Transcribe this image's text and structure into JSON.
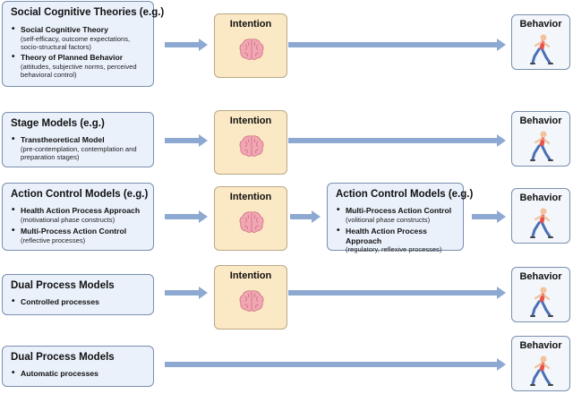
{
  "rows": [
    {
      "title": "Social Cognitive Theories  (e.g.)",
      "items": [
        {
          "name": "Social Cognitive Theory",
          "detail": "(self-efficacy, outcome expectations, socio-structural factors)"
        },
        {
          "name": "Theory of Planned Behavior",
          "detail": "(attitudes, subjective norms, perceived behavioral control)"
        }
      ],
      "intention": "Intention",
      "behavior": "Behavior"
    },
    {
      "title": "Stage Models (e.g.)",
      "items": [
        {
          "name": "Transtheoretical Model",
          "detail": "(pre-contemplation, contemplation and preparation stages)"
        }
      ],
      "intention": "Intention",
      "behavior": "Behavior"
    },
    {
      "title": "Action Control Models (e.g.)",
      "items": [
        {
          "name": "Health Action Process Approach",
          "detail": "(motivational phase constructs)"
        },
        {
          "name": "Multi-Process Action Control",
          "detail": "(reflective processes)"
        }
      ],
      "intention": "Intention",
      "middle": {
        "title": "Action Control Models (e.g.)",
        "items": [
          {
            "name": "Multi-Process Action Control",
            "detail": "(volitional phase constructs)"
          },
          {
            "name": "Health Action Process Approach",
            "detail": "(regulatory, reflexive processes)"
          }
        ]
      },
      "behavior": "Behavior"
    },
    {
      "title": "Dual Process Models",
      "items": [
        {
          "name": "Controlled processes"
        }
      ],
      "intention": "Intention",
      "behavior": "Behavior"
    },
    {
      "title": "Dual Process Models",
      "items": [
        {
          "name": "Automatic processes"
        }
      ],
      "behavior": "Behavior"
    }
  ],
  "colors": {
    "arrow": "#8ea9d1",
    "box_fill": "#eaf1fb",
    "intention_fill": "#fbe8c4",
    "brain": "#f2a6b4",
    "runner_shirt": "#e8524a",
    "runner_pants": "#4a6fb5"
  },
  "icons": {
    "intention": "brain-icon",
    "behavior": "runner-icon"
  }
}
